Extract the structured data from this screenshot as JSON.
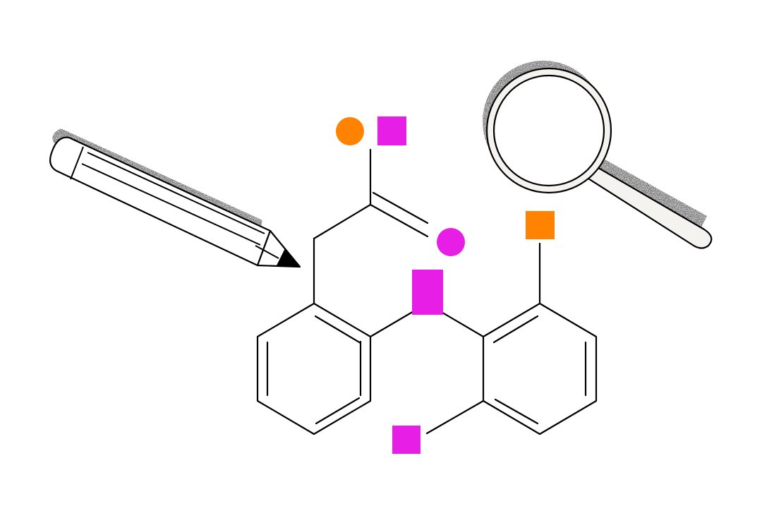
{
  "illustration": {
    "subject": "diclofenac-structure",
    "elements": [
      {
        "name": "pencil-icon",
        "role": "drawing tool"
      },
      {
        "name": "magnifying-glass-icon",
        "role": "inspection tool"
      },
      {
        "name": "molecule-structure",
        "role": "chemical skeleton"
      }
    ]
  },
  "colors": {
    "background": "#ffffff",
    "stroke": "#000000",
    "accent_orange": "#ff8200",
    "accent_magenta": "#e61ee6",
    "lens_fill": "#f5f3f0",
    "shadow": "#111111"
  },
  "atom_markers": [
    {
      "name": "orange-circle-marker",
      "shape": "circle",
      "color": "accent_orange"
    },
    {
      "name": "magenta-square-marker-top",
      "shape": "square",
      "color": "accent_magenta"
    },
    {
      "name": "magenta-circle-marker",
      "shape": "circle",
      "color": "accent_magenta"
    },
    {
      "name": "magenta-rect-marker-nh",
      "shape": "rectangle",
      "color": "accent_magenta"
    },
    {
      "name": "orange-square-marker",
      "shape": "square",
      "color": "accent_orange"
    },
    {
      "name": "magenta-square-marker-bottom",
      "shape": "square",
      "color": "accent_magenta"
    }
  ]
}
